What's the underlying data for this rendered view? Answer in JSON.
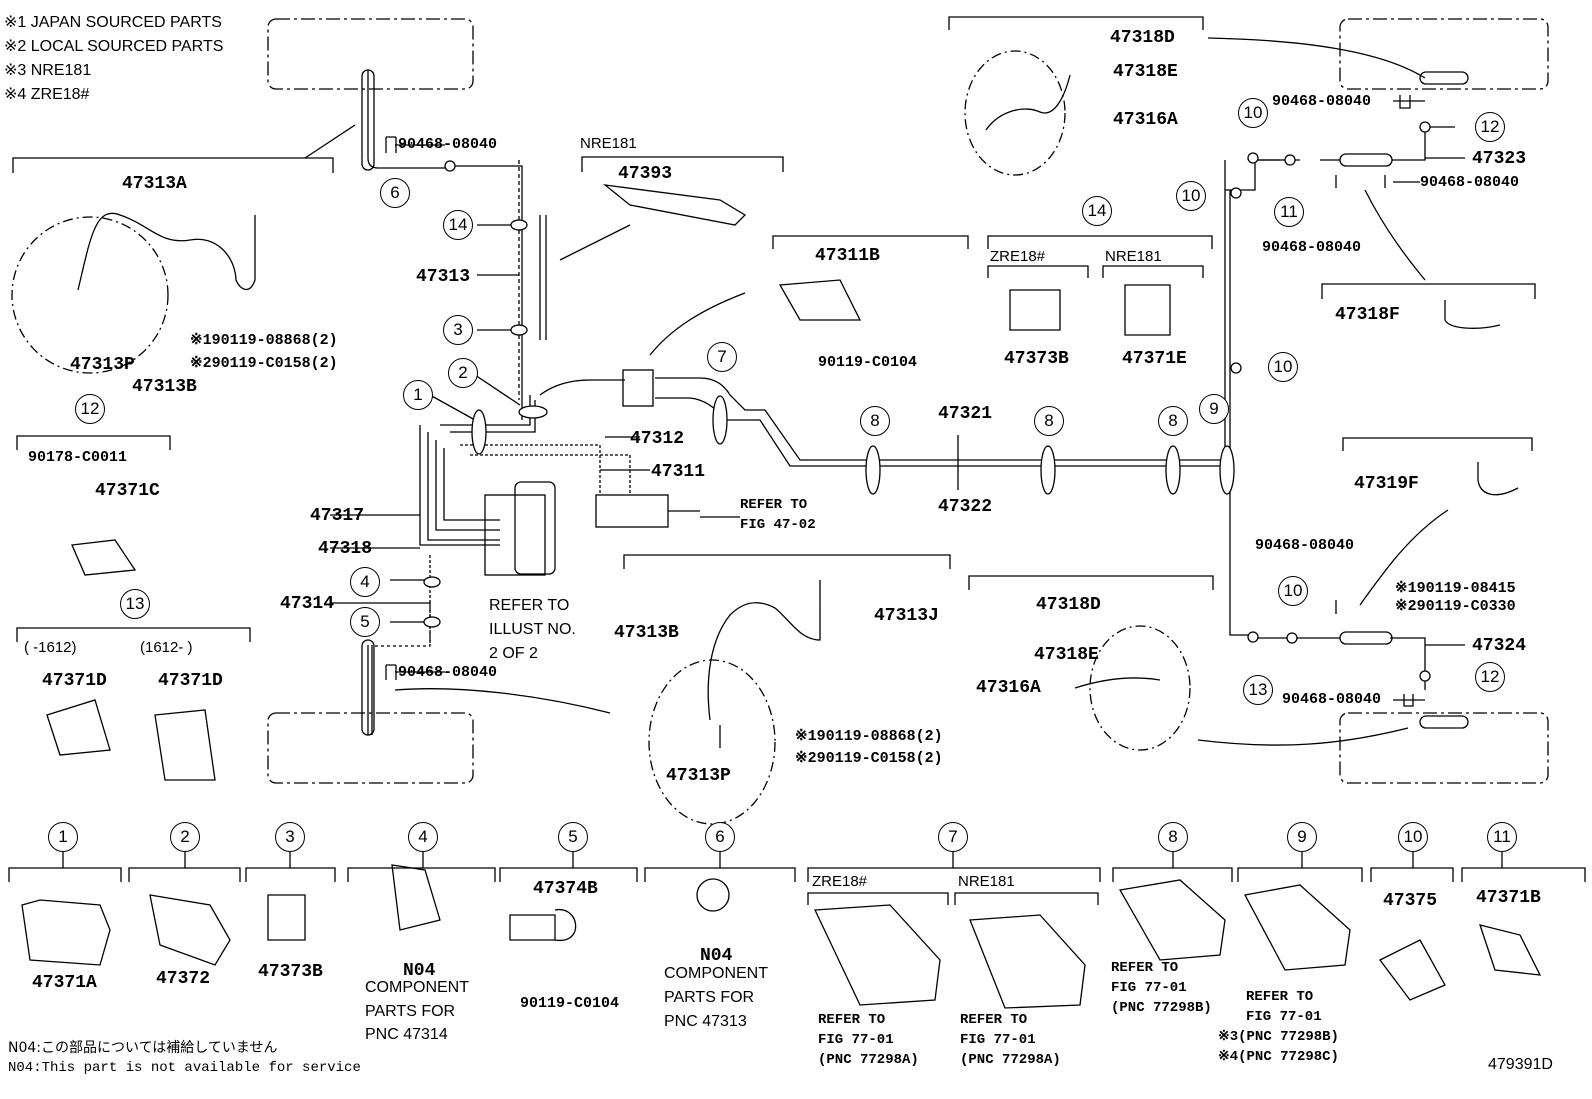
{
  "notes": {
    "note1": "※1 JAPAN SOURCED PARTS",
    "note2": "※2 LOCAL SOURCED PARTS",
    "note3": "※3 NRE181",
    "note4": "※4 ZRE18#"
  },
  "labels": {
    "p47313A": "47313A",
    "p47313P_a": "47313P",
    "p47313B_a": "47313B",
    "bolt1_a": "※190119-08868(2)",
    "bolt2_a": "※290119-C0158(2)",
    "clip_top": "90468-08040",
    "nre_title": "NRE181",
    "p47393": "47393",
    "p47313": "47313",
    "p47311B": "47311B",
    "bolt_90119": "90119-C0104",
    "zre_title": "ZRE18#",
    "nre_title2": "NRE181",
    "p47373B_a": "47373B",
    "p47371E": "47371E",
    "p47312": "47312",
    "p47311": "47311",
    "refer1": "REFER TO",
    "refer1b": "FIG 47-02",
    "p47321": "47321",
    "p47322": "47322",
    "p47317": "47317",
    "p47318": "47318",
    "p47314": "47314",
    "refer_illust1": "REFER TO",
    "refer_illust2": "ILLUST NO.",
    "refer_illust3": "2 OF 2",
    "clip_bottom": "90468-08040",
    "p90178": "90178-C0011",
    "p47371C": "47371C",
    "rng1": "(     -1612)",
    "rng2": "(1612-      )",
    "p47371D_a": "47371D",
    "p47371D_b": "47371D",
    "p47313B_b": "47313B",
    "p47313J": "47313J",
    "p47313P_b": "47313P",
    "bolt1_b": "※190119-08868(2)",
    "bolt2_b": "※290119-C0158(2)",
    "p47318D_a": "47318D",
    "p47318E_a": "47318E",
    "p47316A_a": "47316A",
    "clip_r1": "90468-08040",
    "p47323": "47323",
    "clip_r2": "90468-08040",
    "clip_r3": "90468-08040",
    "p47318F": "47318F",
    "p47319F": "47319F",
    "clip_r4": "90468-08040",
    "bolt3": "※190119-08415",
    "bolt4": "※290119-C0330",
    "p47318D_b": "47318D",
    "p47318E_b": "47318E",
    "p47316A_b": "47316A",
    "p47324": "47324",
    "clip_r5": "90468-08040",
    "b_47371A": "47371A",
    "b_47372": "47372",
    "b_47373B": "47373B",
    "b_N04a": "N04",
    "b_comp_a1": "COMPONENT",
    "b_comp_a2": "PARTS FOR",
    "b_comp_a3": "PNC 47314",
    "b_47374B": "47374B",
    "b_90119": "90119-C0104",
    "b_N04b": "N04",
    "b_comp_b1": "COMPONENT",
    "b_comp_b2": "PARTS FOR",
    "b_comp_b3": "PNC 47313",
    "b_zre": "ZRE18#",
    "b_nre": "NRE181",
    "b_ref7a1": "REFER TO",
    "b_ref7a2": "FIG 77-01",
    "b_ref7a3": "(PNC 77298A)",
    "b_ref7b1": "REFER TO",
    "b_ref7b2": "FIG 77-01",
    "b_ref7b3": "(PNC 77298A)",
    "b_ref8a": "REFER TO",
    "b_ref8b": "FIG 77-01",
    "b_ref8c": "(PNC 77298B)",
    "b_ref9a": "REFER TO",
    "b_ref9b": "FIG 77-01",
    "b_ref9c": "※3(PNC 77298B)",
    "b_ref9d": "※4(PNC 77298C)",
    "b_47375": "47375",
    "b_47371B": "47371B",
    "footer_jp": "N04:この部品については補給していません",
    "footer_en": "N04:This part is not available for service",
    "fig_id": "479391D"
  },
  "callouts": [
    "1",
    "2",
    "3",
    "4",
    "5",
    "6",
    "7",
    "8",
    "9",
    "10",
    "11",
    "12",
    "13",
    "14"
  ]
}
